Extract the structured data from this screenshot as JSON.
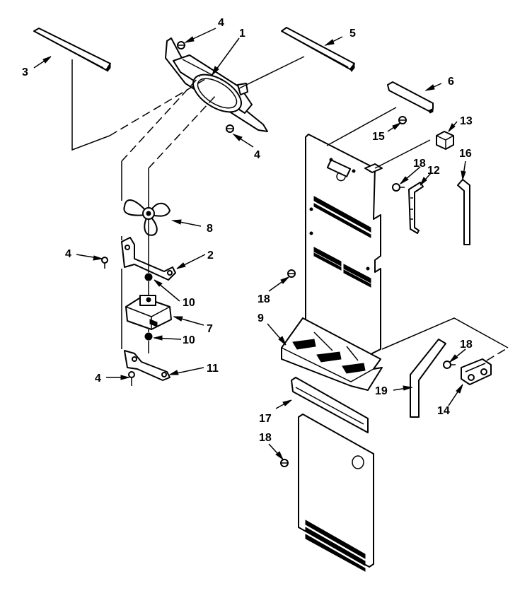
{
  "callouts": {
    "c1": "1",
    "c2": "2",
    "c3": "3",
    "c4a": "4",
    "c4b": "4",
    "c4c": "4",
    "c4d": "4",
    "c5": "5",
    "c6": "6",
    "c7": "7",
    "c8": "8",
    "c9": "9",
    "c10a": "10",
    "c10b": "10",
    "c11": "11",
    "c12": "12",
    "c13": "13",
    "c14": "14",
    "c15": "15",
    "c16": "16",
    "c17": "17",
    "c18a": "18",
    "c18b": "18",
    "c18c": "18",
    "c18d": "18",
    "c19": "19"
  },
  "colors": {
    "line": "#000000",
    "background": "#ffffff"
  }
}
